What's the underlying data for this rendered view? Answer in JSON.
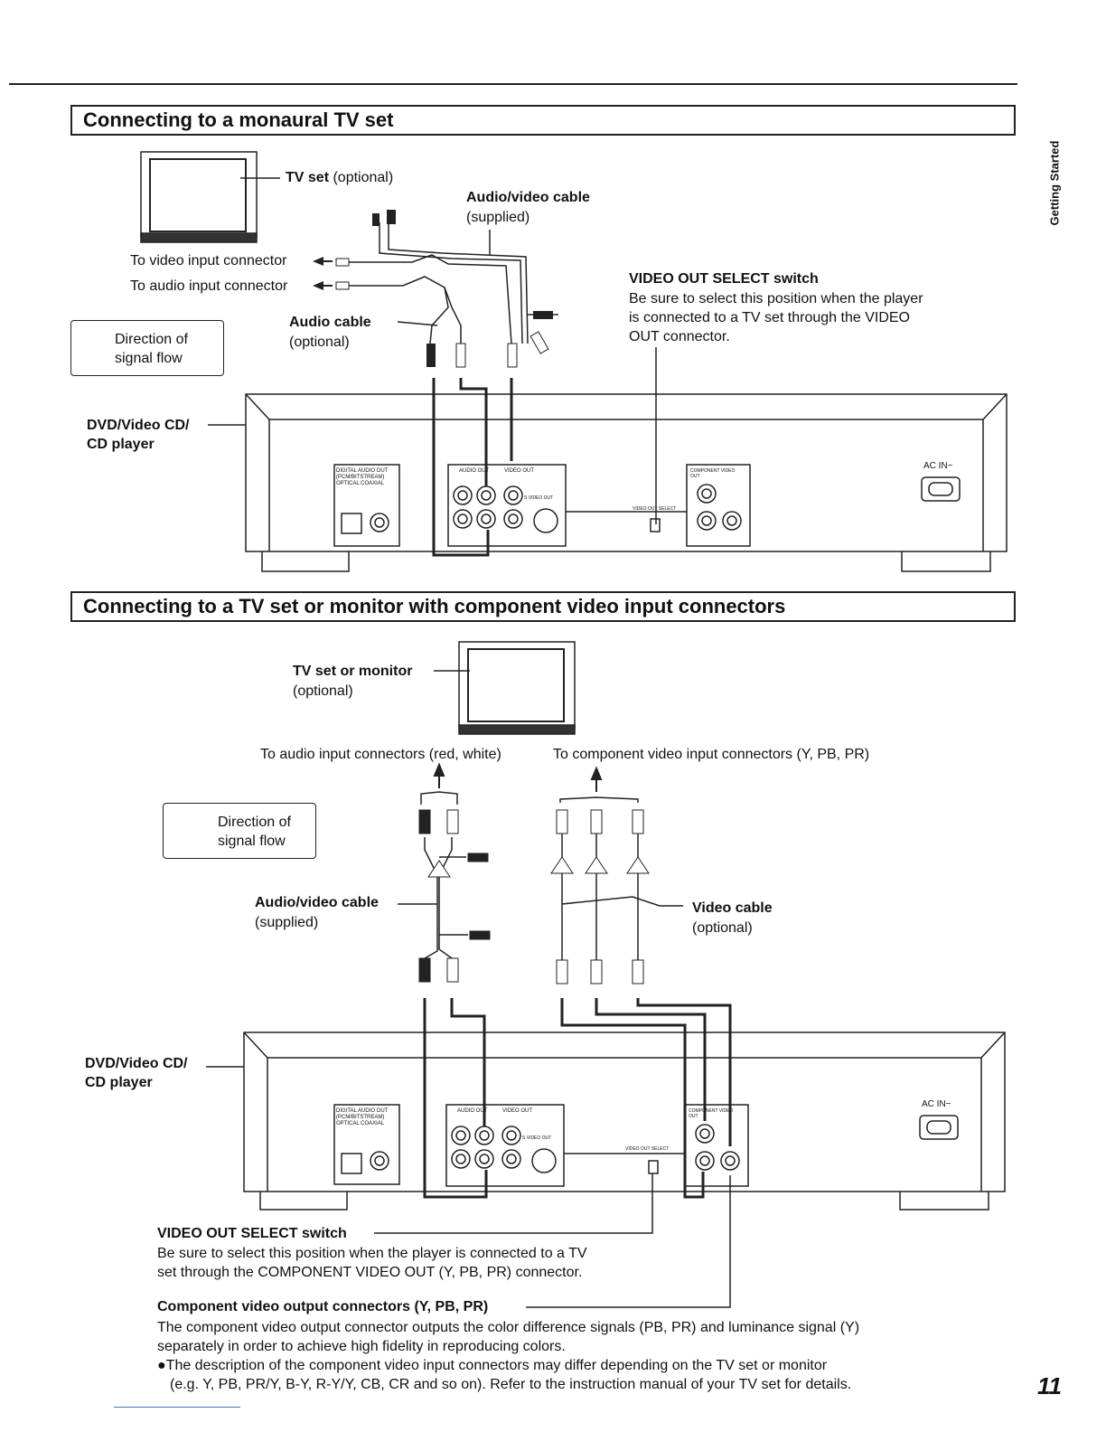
{
  "side_tab": "Getting Started",
  "page_number": "11",
  "section1": {
    "title": "Connecting to a monaural TV set",
    "tv_label_bold": "TV set",
    "tv_label_rest": " (optional)",
    "av_cable_title": "Audio/video cable",
    "av_cable_sub": "(supplied)",
    "to_video": "To video input connector",
    "to_audio": "To audio input connector",
    "audio_cable_title": "Audio cable",
    "audio_cable_sub": "(optional)",
    "flow_line1": "Direction of",
    "flow_line2": "signal flow",
    "player_line1": "DVD/Video CD/",
    "player_line2": "CD player",
    "vos_title": "VIDEO OUT SELECT switch",
    "vos_line1": "Be sure to select this position when the player",
    "vos_line2": "is connected to a TV set through the VIDEO",
    "vos_line3": "OUT connector."
  },
  "section2": {
    "title": "Connecting to a TV set or monitor with component video input connectors",
    "tv_label_bold": "TV set or monitor",
    "tv_label_sub": "(optional)",
    "to_audio": "To audio input connectors (red, white)",
    "to_component": "To component video input connectors (Y, PB, PR)",
    "flow_line1": "Direction of",
    "flow_line2": "signal flow",
    "av_cable_title": "Audio/video cable",
    "av_cable_sub": "(supplied)",
    "video_cable_title": "Video cable",
    "video_cable_sub": "(optional)",
    "player_line1": "DVD/Video CD/",
    "player_line2": "CD player",
    "vos_title": "VIDEO OUT SELECT switch",
    "vos_line1": "Be sure to select this position when the player is connected to a TV",
    "vos_line2": "set through the COMPONENT VIDEO OUT (Y, PB, PR) connector.",
    "comp_title": "Component video output connectors (Y, PB, PR)",
    "comp_line1": "The component video output connector outputs the color difference signals (PB, PR) and luminance signal (Y)",
    "comp_line2": "separately in order to achieve high fidelity in reproducing colors.",
    "comp_line3": "●The description of the component video input connectors may differ depending on the TV set or monitor",
    "comp_line4": "(e.g. Y, PB, PR/Y, B-Y, R-Y/Y, CB, CR and so on). Refer to the instruction manual of your TV set for details."
  },
  "panel_labels": {
    "digital": "DIGITAL AUDIO OUT",
    "pcm": "(PCM/BITSTREAM)",
    "optical_coaxial": "OPTICAL  COAXIAL",
    "audio_out": "AUDIO OUT",
    "video_out": "VIDEO OUT",
    "s_video": "S VIDEO OUT",
    "video_out_select": "VIDEO OUT SELECT",
    "component": "COMPONENT VIDEO OUT",
    "ac_in": "AC IN~"
  }
}
